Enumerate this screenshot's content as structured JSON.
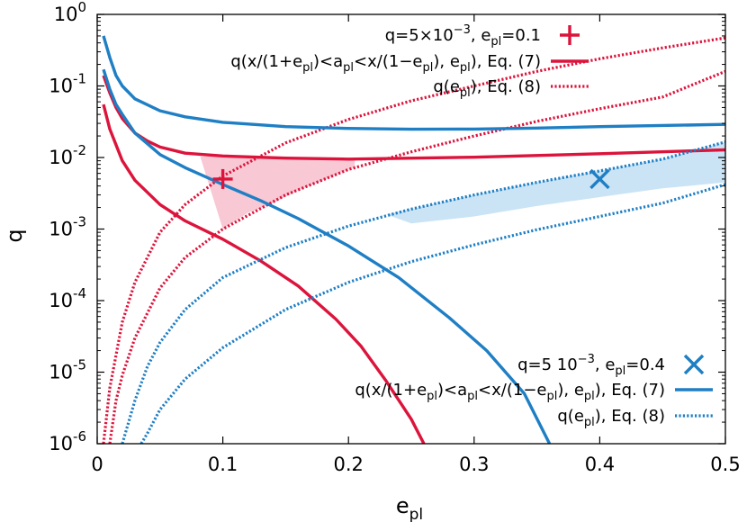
{
  "chart_data": {
    "type": "line",
    "xlabel": "e_pl",
    "ylabel": "q",
    "xlim": [
      0,
      0.5
    ],
    "ylim": [
      1e-06,
      1
    ],
    "yscale": "log",
    "x_ticks": [
      "0",
      "0.1",
      "0.2",
      "0.3",
      "0.4",
      "0.5"
    ],
    "x_tick_values": [
      0,
      0.1,
      0.2,
      0.3,
      0.4,
      0.5
    ],
    "y_ticks": [
      {
        "base": "10",
        "exp": "-6",
        "value": 1e-06
      },
      {
        "base": "10",
        "exp": "-5",
        "value": 1e-05
      },
      {
        "base": "10",
        "exp": "-4",
        "value": 0.0001
      },
      {
        "base": "10",
        "exp": "-3",
        "value": 0.001
      },
      {
        "base": "10",
        "exp": "-2",
        "value": 0.01
      },
      {
        "base": "10",
        "exp": "-1",
        "value": 0.1
      },
      {
        "base": "10",
        "exp": "0",
        "value": 1
      }
    ],
    "grid": false,
    "colors": {
      "red": "#dc143c",
      "blue": "#1f7fc4",
      "red_fill": "#f4a3b8",
      "blue_fill": "#a6d2ee"
    },
    "markers": [
      {
        "shape": "plus",
        "x": 0.1,
        "y": 0.005,
        "color": "red"
      },
      {
        "shape": "cross",
        "x": 0.4,
        "y": 0.005,
        "color": "blue"
      }
    ],
    "series": [
      {
        "color": "red",
        "style": "solid",
        "x": [
          0.005,
          0.01,
          0.015,
          0.02,
          0.03,
          0.04,
          0.05,
          0.07,
          0.1,
          0.15,
          0.2,
          0.3,
          0.4,
          0.5
        ],
        "y": [
          0.14,
          0.08,
          0.05,
          0.035,
          0.022,
          0.017,
          0.014,
          0.0115,
          0.0105,
          0.0098,
          0.0095,
          0.0101,
          0.0113,
          0.0128
        ]
      },
      {
        "color": "red",
        "style": "solid",
        "x": [
          0.005,
          0.01,
          0.02,
          0.03,
          0.05,
          0.07,
          0.1,
          0.13,
          0.16,
          0.19,
          0.21,
          0.23,
          0.25,
          0.26
        ],
        "y": [
          0.055,
          0.025,
          0.009,
          0.0048,
          0.0022,
          0.0013,
          0.00072,
          0.00036,
          0.00016,
          5.5e-05,
          2.3e-05,
          7.5e-06,
          2.2e-06,
          1e-06
        ]
      },
      {
        "color": "red",
        "style": "dotted",
        "x": [
          0.005,
          0.01,
          0.02,
          0.03,
          0.05,
          0.07,
          0.1,
          0.15,
          0.2,
          0.25,
          0.3,
          0.35,
          0.4,
          0.45,
          0.5
        ],
        "y": [
          1e-06,
          6e-06,
          5e-05,
          0.00018,
          0.0009,
          0.0022,
          0.0055,
          0.016,
          0.034,
          0.062,
          0.1,
          0.16,
          0.24,
          0.34,
          0.47
        ]
      },
      {
        "color": "red",
        "style": "dotted",
        "x": [
          0.01,
          0.015,
          0.02,
          0.03,
          0.05,
          0.07,
          0.1,
          0.15,
          0.2,
          0.25,
          0.3,
          0.35,
          0.4,
          0.45,
          0.5
        ],
        "y": [
          1e-06,
          4e-06,
          9e-06,
          3e-05,
          0.00015,
          0.0004,
          0.001,
          0.003,
          0.0068,
          0.012,
          0.02,
          0.032,
          0.048,
          0.07,
          0.16
        ]
      },
      {
        "color": "blue",
        "style": "solid",
        "x": [
          0.005,
          0.01,
          0.015,
          0.02,
          0.03,
          0.05,
          0.07,
          0.1,
          0.15,
          0.2,
          0.25,
          0.3,
          0.35,
          0.4,
          0.5
        ],
        "y": [
          0.5,
          0.25,
          0.14,
          0.1,
          0.066,
          0.045,
          0.037,
          0.031,
          0.027,
          0.0255,
          0.0248,
          0.025,
          0.0258,
          0.027,
          0.029
        ]
      },
      {
        "color": "blue",
        "style": "solid",
        "x": [
          0.005,
          0.01,
          0.015,
          0.02,
          0.03,
          0.05,
          0.07,
          0.1,
          0.13,
          0.16,
          0.2,
          0.24,
          0.28,
          0.31,
          0.34,
          0.36
        ],
        "y": [
          0.17,
          0.09,
          0.055,
          0.04,
          0.022,
          0.011,
          0.0072,
          0.0042,
          0.0025,
          0.0014,
          0.00058,
          0.00021,
          5.8e-05,
          2e-05,
          5e-06,
          1e-06
        ]
      },
      {
        "color": "blue",
        "style": "dotted",
        "x": [
          0.02,
          0.025,
          0.03,
          0.04,
          0.05,
          0.07,
          0.1,
          0.15,
          0.2,
          0.25,
          0.3,
          0.35,
          0.4,
          0.45,
          0.5
        ],
        "y": [
          1e-06,
          2e-06,
          4e-06,
          1.2e-05,
          2.6e-05,
          7.5e-05,
          0.00021,
          0.00055,
          0.0011,
          0.0019,
          0.003,
          0.0045,
          0.0065,
          0.0095,
          0.0165
        ]
      },
      {
        "color": "blue",
        "style": "dotted",
        "x": [
          0.035,
          0.04,
          0.05,
          0.07,
          0.1,
          0.15,
          0.2,
          0.25,
          0.3,
          0.35,
          0.4,
          0.45,
          0.5
        ],
        "y": [
          1e-06,
          1.4e-06,
          3e-06,
          8e-06,
          2.2e-05,
          7.5e-05,
          0.00018,
          0.00035,
          0.0006,
          0.00098,
          0.0015,
          0.0023,
          0.0042
        ]
      }
    ],
    "bands": [
      {
        "color": "red_fill",
        "upper_x": [
          0.082,
          0.1,
          0.13,
          0.16,
          0.19,
          0.205
        ],
        "upper_y": [
          0.0103,
          0.0105,
          0.01,
          0.0097,
          0.0095,
          0.0096
        ],
        "lower_x": [
          0.1,
          0.12,
          0.14,
          0.16,
          0.18,
          0.2,
          0.205
        ],
        "lower_y": [
          0.001,
          0.0017,
          0.0023,
          0.0035,
          0.0048,
          0.0068,
          0.0074
        ]
      },
      {
        "color": "blue_fill",
        "upper_x": [
          0.23,
          0.25,
          0.3,
          0.35,
          0.4,
          0.45,
          0.5
        ],
        "upper_y": [
          0.0016,
          0.0019,
          0.003,
          0.0045,
          0.0065,
          0.0095,
          0.0165
        ],
        "lower_x": [
          0.23,
          0.25,
          0.3,
          0.35,
          0.4,
          0.45,
          0.5
        ],
        "lower_y": [
          0.0016,
          0.0012,
          0.0015,
          0.0021,
          0.0028,
          0.0037,
          0.0045
        ]
      }
    ],
    "legend_top": {
      "placement": "top-right",
      "entries": [
        {
          "style": "plus",
          "color": "red",
          "parts": [
            {
              "t": "q=5×10"
            },
            {
              "t": "−3",
              "sup": true
            },
            {
              "t": ", e"
            },
            {
              "t": "pl",
              "sub": true
            },
            {
              "t": "=0.1"
            }
          ]
        },
        {
          "style": "solid",
          "color": "red",
          "parts": [
            {
              "t": "q(x/(1+e"
            },
            {
              "t": "pl",
              "sub": true
            },
            {
              "t": ")<a"
            },
            {
              "t": "pl",
              "sub": true
            },
            {
              "t": "<x/(1−e"
            },
            {
              "t": "pl",
              "sub": true
            },
            {
              "t": "), e"
            },
            {
              "t": "pl",
              "sub": true
            },
            {
              "t": "), Eq. (7)"
            }
          ]
        },
        {
          "style": "dotted",
          "color": "red",
          "parts": [
            {
              "t": "q(e"
            },
            {
              "t": "pl",
              "sub": true
            },
            {
              "t": "), Eq. (8)"
            }
          ]
        }
      ]
    },
    "legend_bottom": {
      "placement": "bottom-right",
      "entries": [
        {
          "style": "cross",
          "color": "blue",
          "parts": [
            {
              "t": "q=5   10"
            },
            {
              "t": "−3",
              "sup": true
            },
            {
              "t": ", e"
            },
            {
              "t": "pl",
              "sub": true
            },
            {
              "t": "=0.4"
            }
          ]
        },
        {
          "style": "solid",
          "color": "blue",
          "parts": [
            {
              "t": "q(x/(1+e"
            },
            {
              "t": "pl",
              "sub": true
            },
            {
              "t": ")<a"
            },
            {
              "t": "pl",
              "sub": true
            },
            {
              "t": "<x/(1−e"
            },
            {
              "t": "pl",
              "sub": true
            },
            {
              "t": "), e"
            },
            {
              "t": "pl",
              "sub": true
            },
            {
              "t": "), Eq. (7)"
            }
          ]
        },
        {
          "style": "dotted",
          "color": "blue",
          "parts": [
            {
              "t": "q(e"
            },
            {
              "t": "pl",
              "sub": true
            },
            {
              "t": "), Eq. (8)"
            }
          ]
        }
      ]
    }
  }
}
